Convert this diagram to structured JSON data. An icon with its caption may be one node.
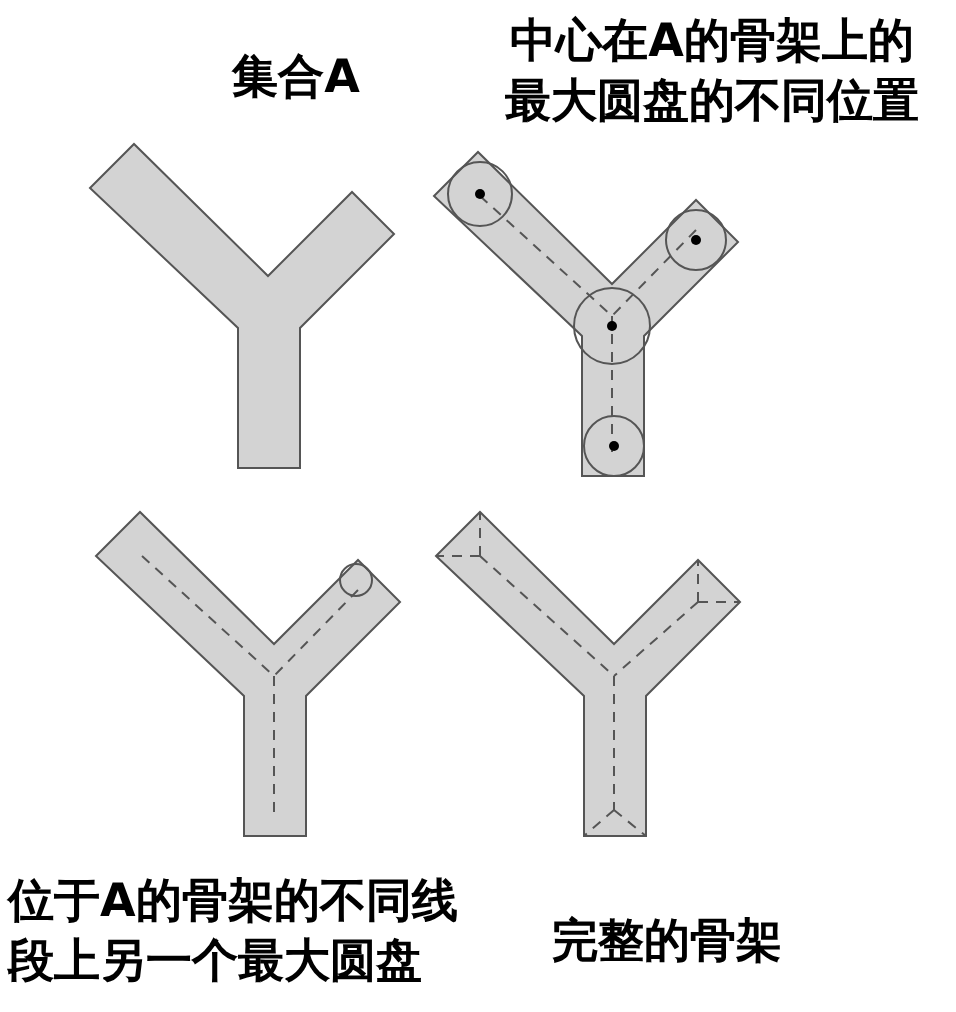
{
  "diagram": {
    "labels": [
      "集合A",
      "中心在A的骨架上的最大圆盘的不同位置",
      "位于A的骨架的不同线段上另一个最大圆盘",
      "完整的骨架"
    ]
  }
}
